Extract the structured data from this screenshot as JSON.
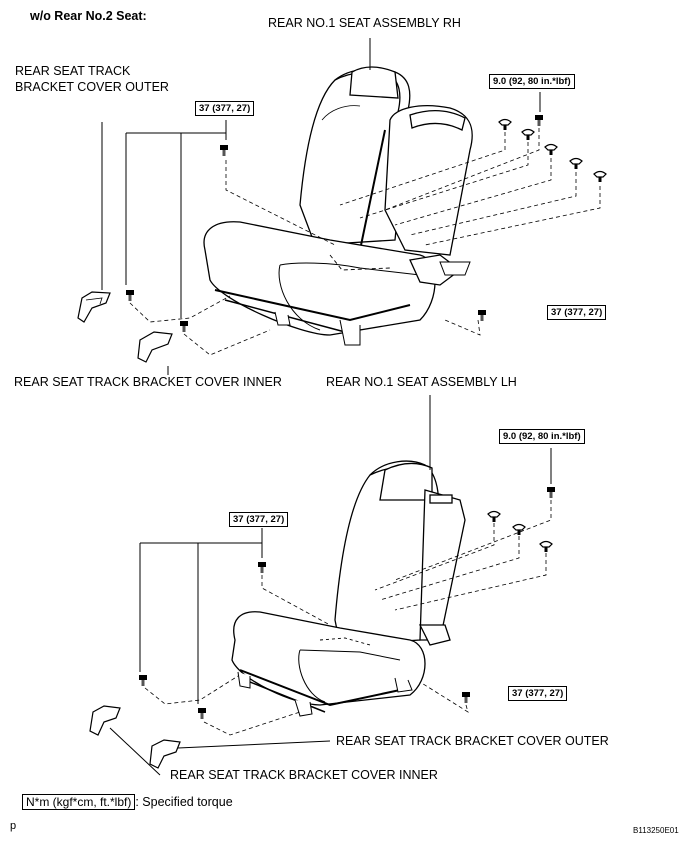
{
  "header": {
    "condition": "w/o Rear No.2 Seat:"
  },
  "top": {
    "assembly": "REAR NO.1 SEAT ASSEMBLY RH",
    "cover_outer": [
      "REAR SEAT TRACK",
      "BRACKET COVER OUTER"
    ],
    "cover_inner": "REAR SEAT TRACK BRACKET COVER INNER",
    "torque_front": "37 (377, 27)",
    "torque_rear_right": "9.0 (92, 80 in.*lbf)",
    "torque_rear_bolt": "37 (377, 27)"
  },
  "bottom": {
    "assembly": "REAR NO.1 SEAT ASSEMBLY LH",
    "torque_rear_right": "9.0 (92, 80 in.*lbf)",
    "torque_front": "37 (377, 27)",
    "torque_rear_bolt": "37 (377, 27)",
    "cover_outer": "REAR SEAT TRACK BRACKET COVER OUTER",
    "cover_inner": "REAR SEAT TRACK BRACKET COVER INNER"
  },
  "legend": {
    "unit": "N*m (kgf*cm, ft.*lbf)",
    "meaning": ": Specified torque"
  },
  "footer": {
    "page_mark": "p",
    "figure_code": "B113250E01"
  }
}
